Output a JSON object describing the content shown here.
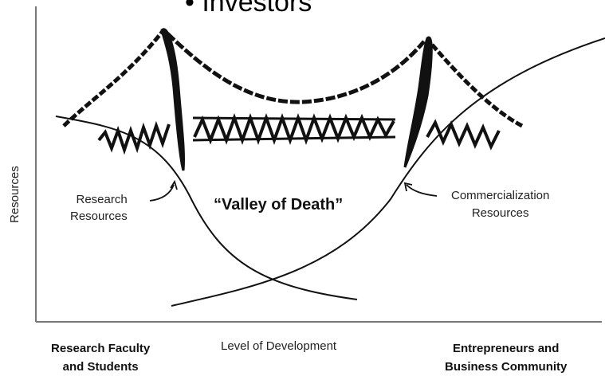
{
  "header_text": "• Investors",
  "y_axis_label": "Resources",
  "curve_labels": {
    "research_line1": "Research",
    "research_line2": "Resources",
    "commercial_line1": "Commercialization",
    "commercial_line2": "Resources"
  },
  "center_label": "“Valley of Death”",
  "x_axis": {
    "left_line1": "Research Faculty",
    "left_line2": "and Students",
    "middle": "Level of Development",
    "right_line1": "Entrepreneurs and",
    "right_line2": "Business Community"
  },
  "colors": {
    "ink": "#111111",
    "background": "#ffffff"
  }
}
